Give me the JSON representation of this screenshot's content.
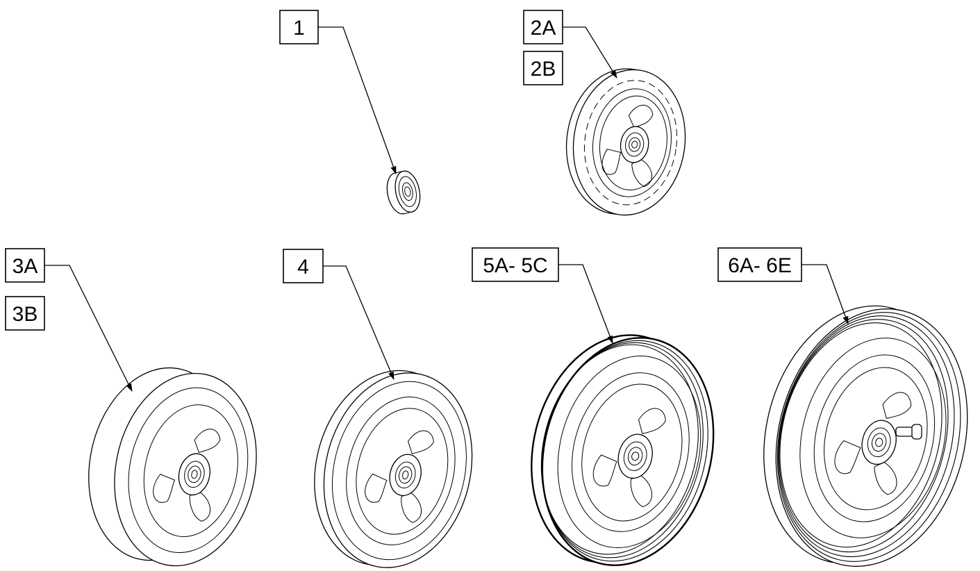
{
  "labels": {
    "l1": "1",
    "l2a": "2A",
    "l2b": "2B",
    "l3a": "3A",
    "l3b": "3B",
    "l4": "4",
    "l5": "5A- 5C",
    "l6": "6A- 6E"
  },
  "colors": {
    "line": "#000000",
    "background": "#ffffff"
  },
  "icons": [
    "arrowhead-icon"
  ]
}
